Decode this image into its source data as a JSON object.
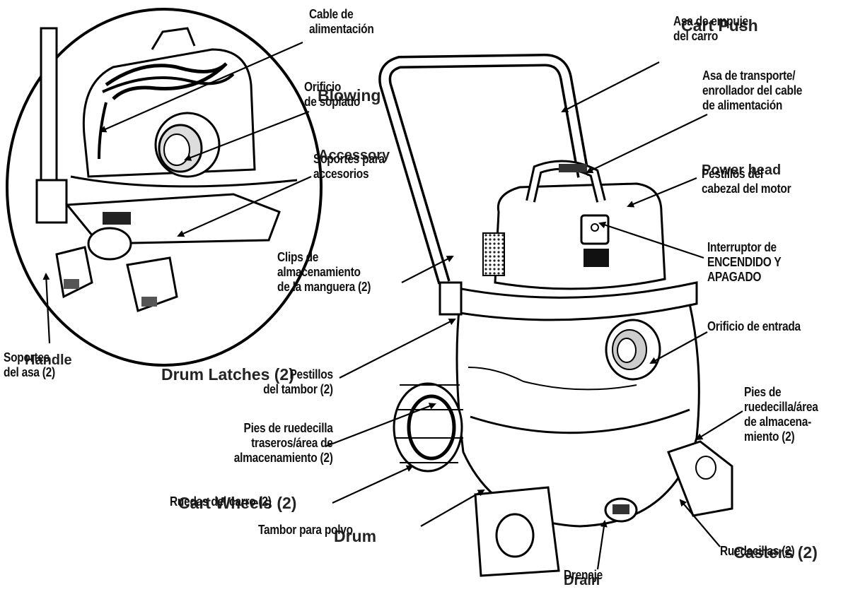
{
  "labels": {
    "power_cord": [
      "Cable de",
      "alimentación"
    ],
    "cart_push_handle": [
      "Asa de empuje",
      "del carro"
    ],
    "carrying_handle": [
      "Asa de transporte/",
      "enrollador del cable",
      "de alimentación"
    ],
    "blowing_port": [
      "Orificio",
      "de soplado"
    ],
    "accessory_storage": [
      "Soportes para",
      "accesorios"
    ],
    "motor_head_latches": [
      "Pestillos del",
      "cabezal del motor"
    ],
    "on_off_switch": [
      "Interruptor de",
      "ENCENDIDO Y",
      "APAGADO"
    ],
    "hose_clips": [
      "Clips de",
      "almacenamiento",
      "de la manguera (2)"
    ],
    "inlet_port": [
      "Orificio de entrada"
    ],
    "handle_supports": [
      "Soportes",
      "del asa (2)"
    ],
    "drum_latches": [
      "Pestillos",
      "del tambor (2)"
    ],
    "rear_caster_feet": [
      "Pies de ruedecilla",
      "traseros/área de",
      "almacenamiento (2)"
    ],
    "caster_feet_storage": [
      "Pies de",
      "ruedecilla/área",
      "de almacena-",
      "miento (2)"
    ],
    "cart_wheels": [
      "Ruedas del carro (2)"
    ],
    "dust_drum": [
      "Tambor para polvo"
    ],
    "casters": [
      "Ruedecillas (2)"
    ],
    "drain": [
      "Drenaje"
    ]
  },
  "overlay_labels": {
    "cart_push": "Cart Push",
    "blowing": "Blowing",
    "accessory": "Accessory",
    "power_head": "Power head",
    "handle": "Handle",
    "drum_latches": "Drum Latches (2)",
    "cart_wheels": "Cart Wheels (2)",
    "drum": "Drum",
    "casters": "Casters (2)",
    "drain": "Drain"
  }
}
